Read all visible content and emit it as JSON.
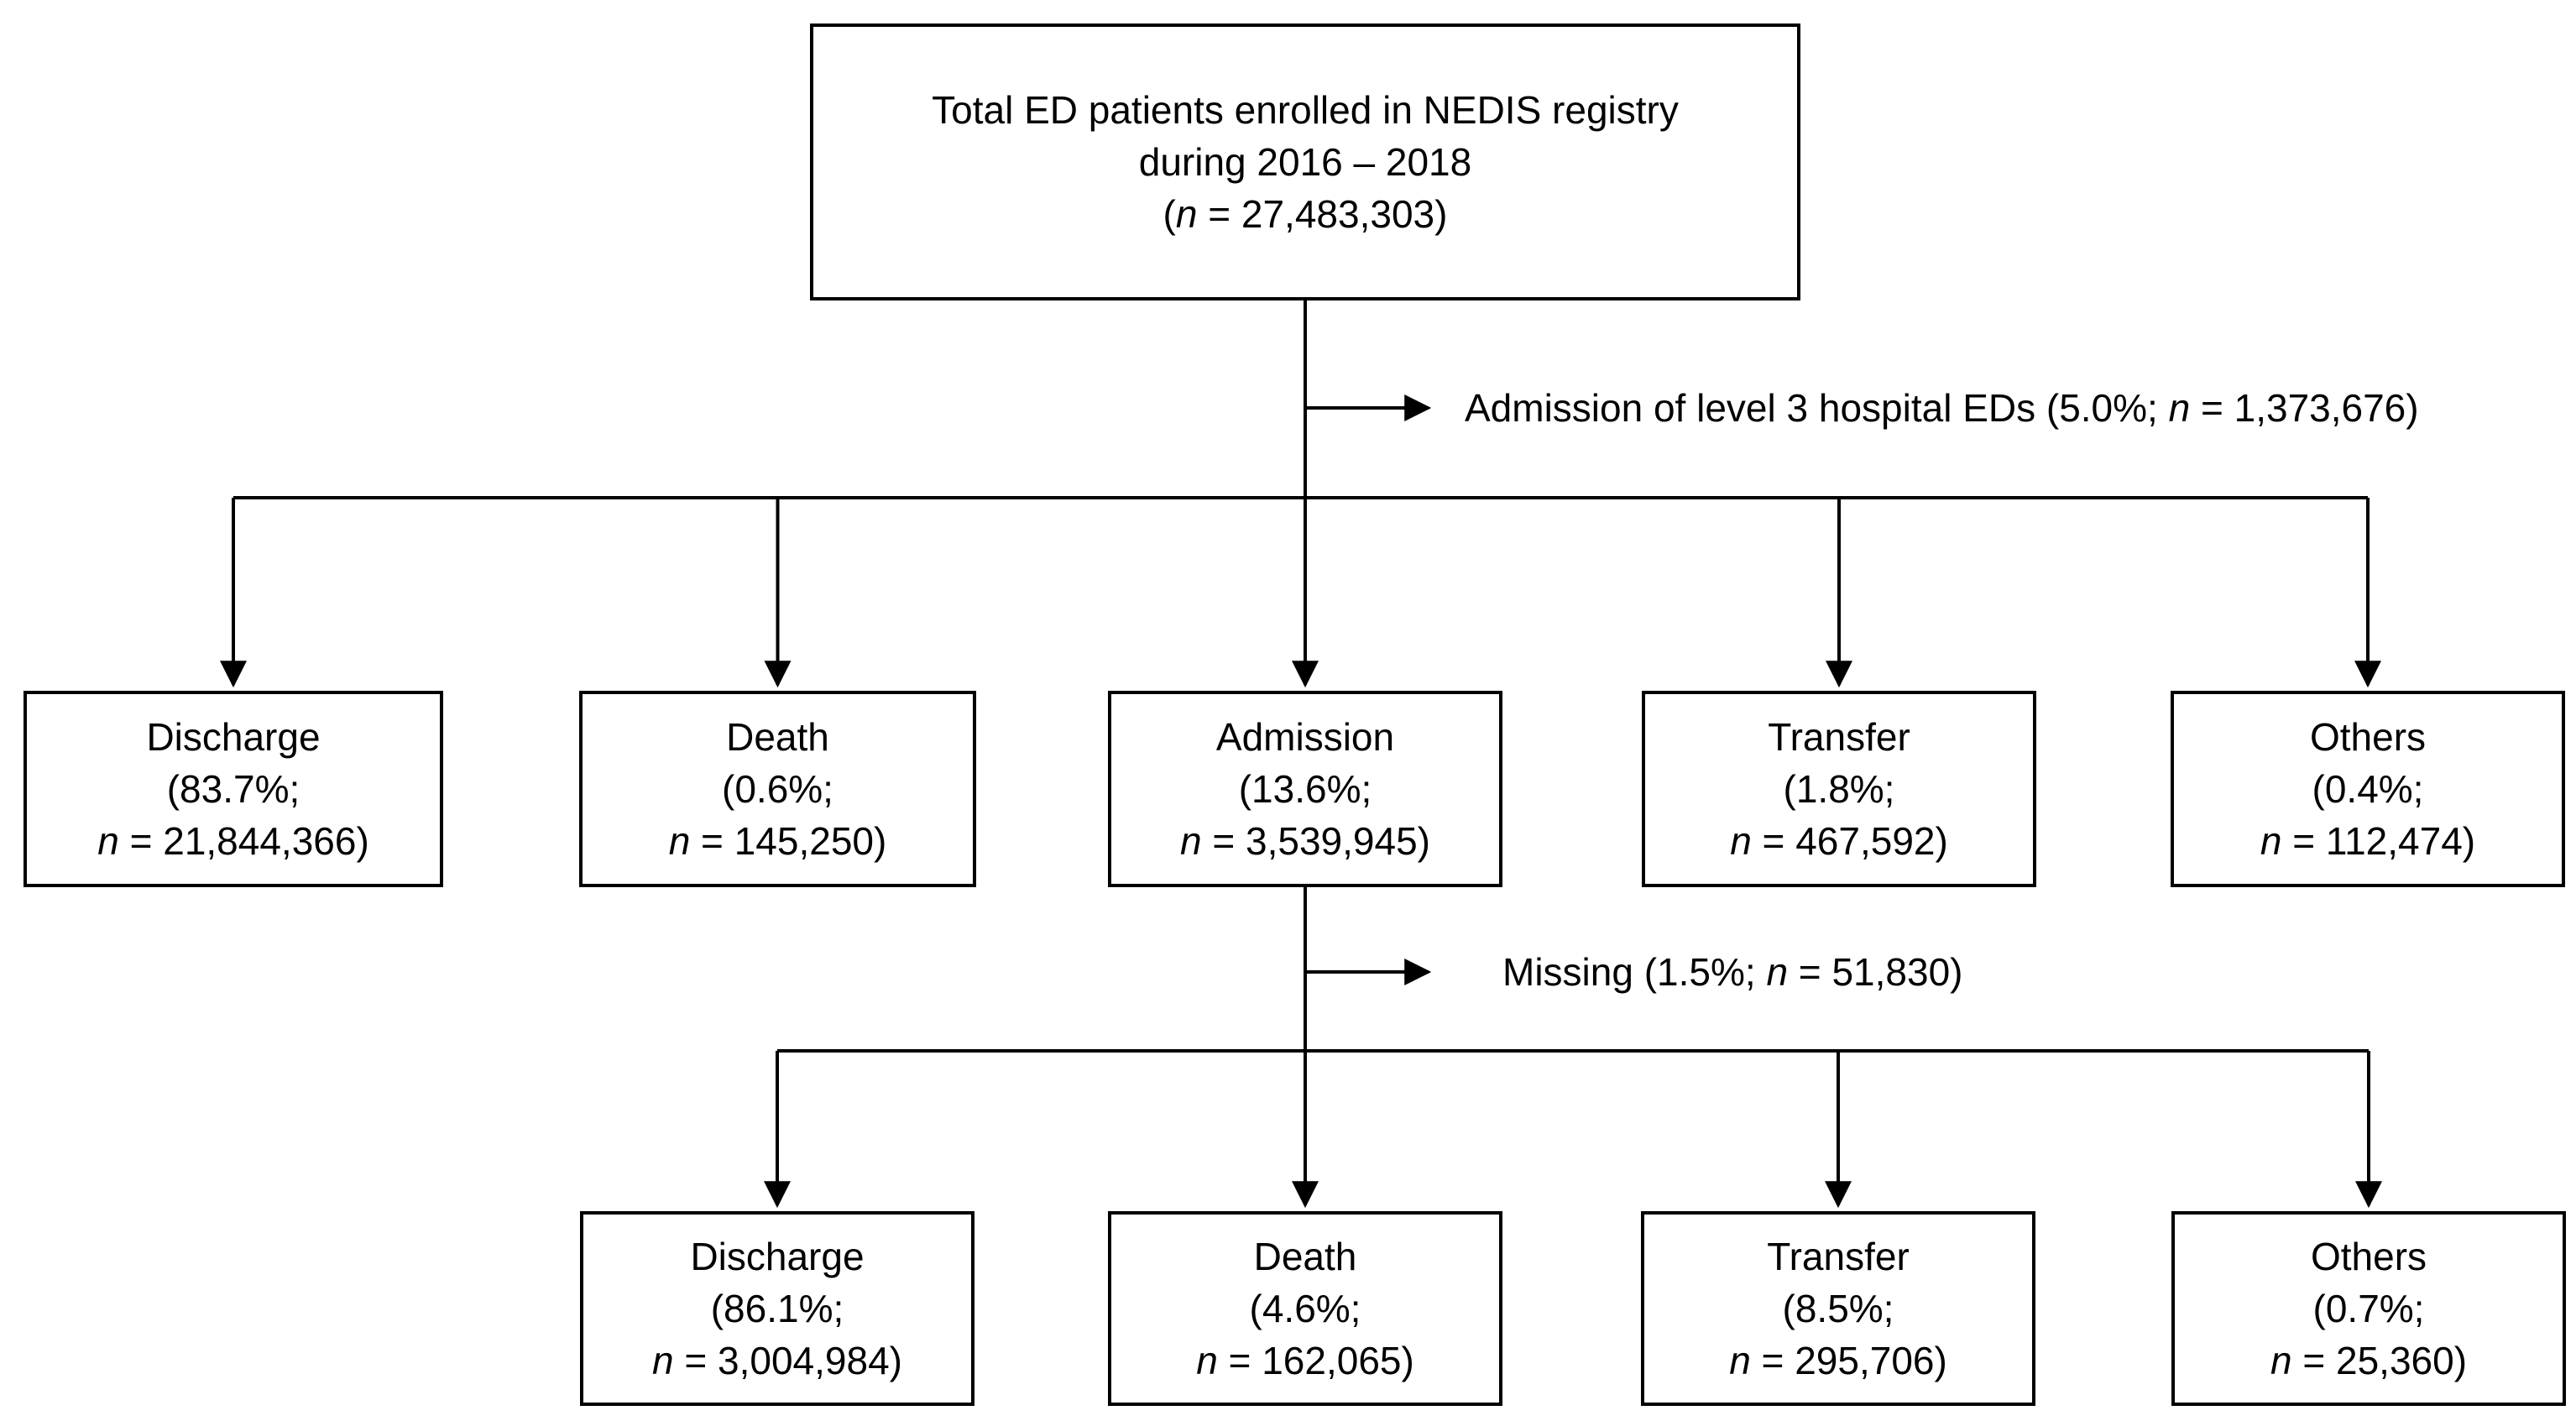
{
  "figure": {
    "type": "patient-flow-diagram",
    "accent_color": "#000000",
    "background_color": "#ffffff"
  },
  "root": {
    "line1": "Total ED patients enrolled in NEDIS registry",
    "line2": "during 2016 – 2018",
    "n_open": "(",
    "n_symbol": "n",
    "n_rest": " = 27,483,303)"
  },
  "branches": {
    "admission_l3": {
      "pre": "Admission of level 3 hospital EDs (5.0%; ",
      "n_symbol": "n",
      "post": " = 1,373,676)"
    },
    "missing": {
      "pre": "Missing (1.5%; ",
      "n_symbol": "n",
      "post": " = 51,830)"
    }
  },
  "level1_boxes": [
    {
      "label": "Discharge",
      "pct": "(83.7%;",
      "n_symbol": "n",
      "n_rest": " = 21,844,366)"
    },
    {
      "label": "Death",
      "pct": "(0.6%;",
      "n_symbol": "n",
      "n_rest": " = 145,250)"
    },
    {
      "label": "Admission",
      "pct": "(13.6%;",
      "n_symbol": "n",
      "n_rest": " = 3,539,945)"
    },
    {
      "label": "Transfer",
      "pct": "(1.8%;",
      "n_symbol": "n",
      "n_rest": " = 467,592)"
    },
    {
      "label": "Others",
      "pct": "(0.4%;",
      "n_symbol": "n",
      "n_rest": " = 112,474)"
    }
  ],
  "level2_boxes": [
    {
      "label": "Discharge",
      "pct": "(86.1%;",
      "n_symbol": "n",
      "n_rest": " = 3,004,984)"
    },
    {
      "label": "Death",
      "pct": "(4.6%;",
      "n_symbol": "n",
      "n_rest": " = 162,065)"
    },
    {
      "label": "Transfer",
      "pct": "(8.5%;",
      "n_symbol": "n",
      "n_rest": " = 295,706)"
    },
    {
      "label": "Others",
      "pct": "(0.7%;",
      "n_symbol": "n",
      "n_rest": " = 25,360)"
    }
  ]
}
